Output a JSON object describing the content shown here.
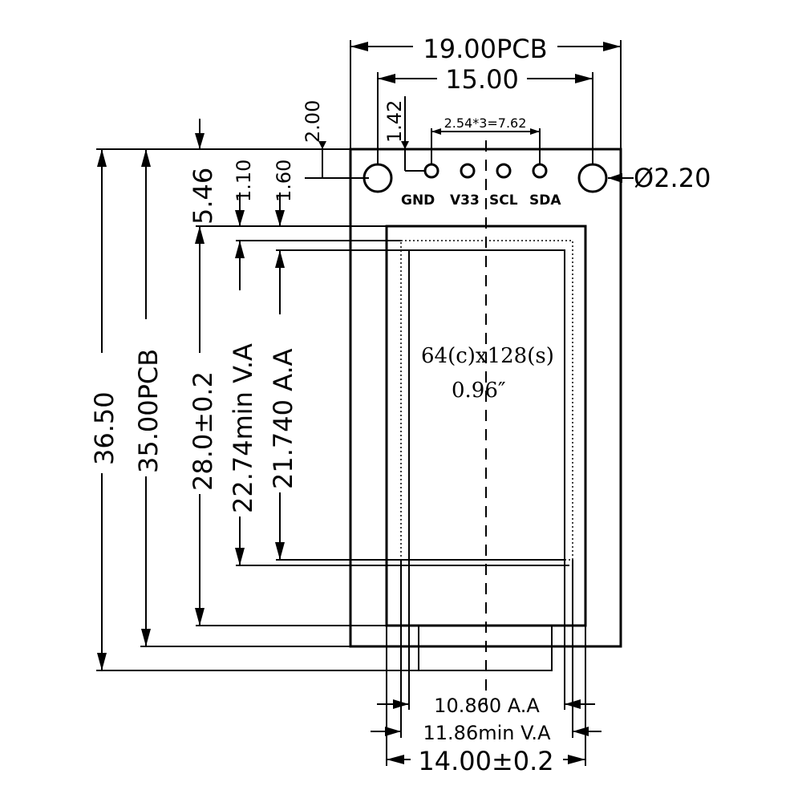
{
  "dimensions": {
    "pcb_width": "19.00PCB",
    "hole_spacing": "15.00",
    "pin_pitch": "2.54*3=7.62",
    "top_to_hole": "2.00",
    "hole_to_pin": "1.42",
    "top_to_panel": "5.46",
    "panel_to_va": "1.10",
    "panel_to_aa": "1.60",
    "hole_diameter": "Ø2.20",
    "overall_height": "36.50",
    "pcb_height": "35.00PCB",
    "panel_height": "28.0±0.2",
    "va_height": "22.74min V.A",
    "aa_height": "21.740 A.A",
    "aa_width": "10.860 A.A",
    "va_width": "11.86min V.A",
    "panel_width": "14.00±0.2"
  },
  "pins": [
    "GND",
    "V33",
    "SCL",
    "SDA"
  ],
  "display": {
    "resolution": "64(c)x128(s)",
    "diagonal": "0.96″"
  }
}
